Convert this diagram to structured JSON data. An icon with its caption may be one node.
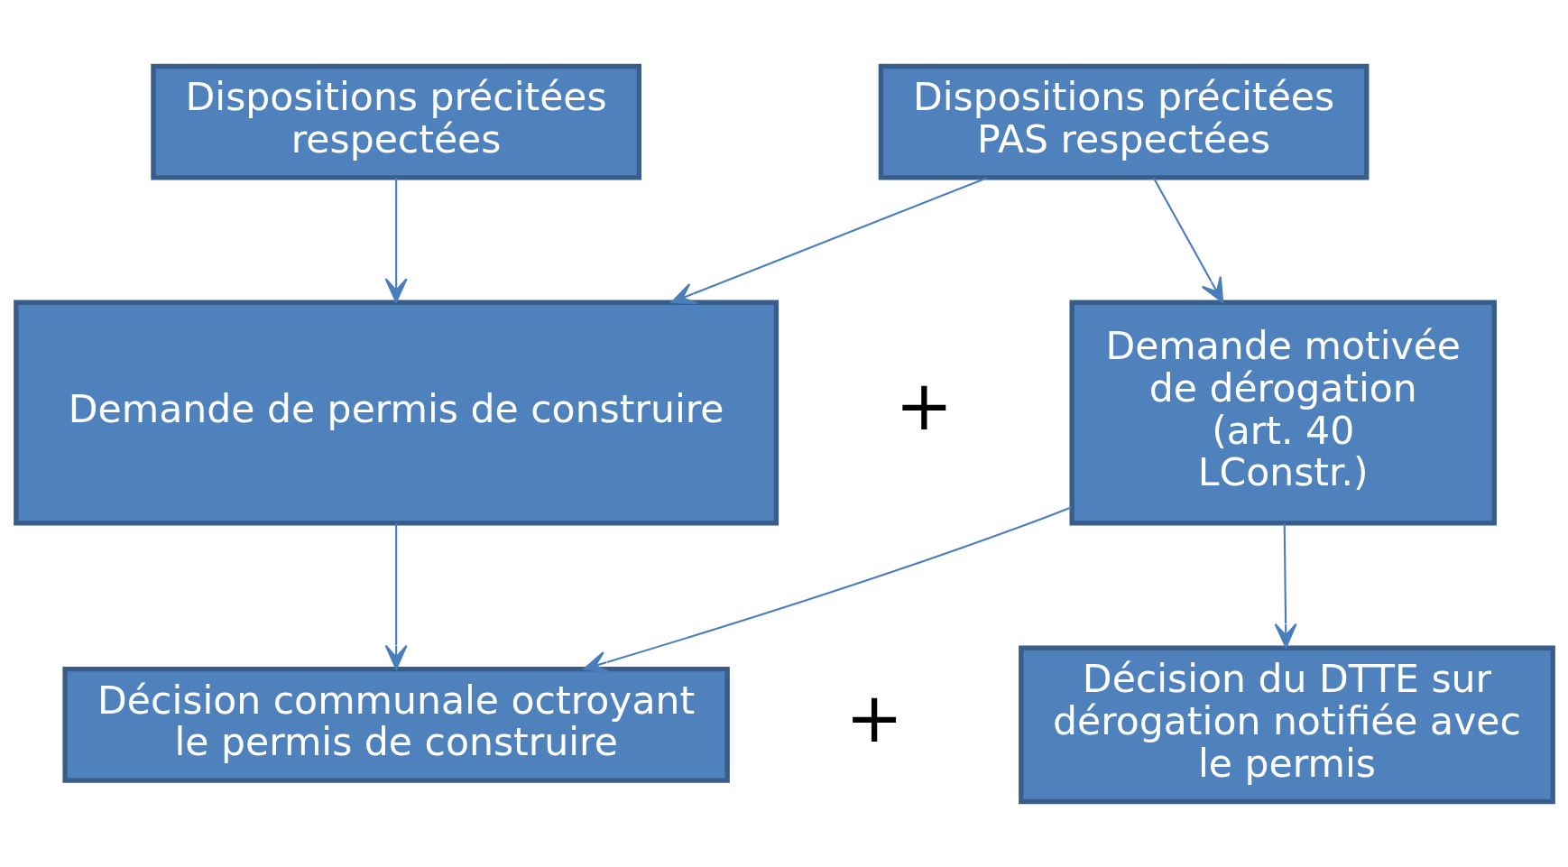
{
  "diagram": {
    "nodes": [
      {
        "text": [
          "Dispositions précitées respectées"
        ]
      },
      {
        "text": [
          "Dispositions précitées PAS respectées"
        ]
      },
      {
        "text": [
          "Demande de permis de construire"
        ]
      },
      {
        "text": [
          "Demande motivée de dérogation (art. 40 LConstr.)"
        ]
      },
      {
        "text": [
          "Décision communale octroyant le permis de construire"
        ]
      },
      {
        "text": [
          "Décision du DTTE sur dérogation notifiée avec le permis"
        ]
      }
    ],
    "edges": [
      {
        "from": 0,
        "to": 2,
        "arrow": "to"
      },
      {
        "from": 1,
        "to": 2,
        "arrow": "to"
      },
      {
        "from": 1,
        "to": 3,
        "arrow": "to"
      },
      {
        "from": 2,
        "to": 4,
        "arrow": "to"
      },
      {
        "from": 3,
        "to": 4,
        "arrow": "to"
      },
      {
        "from": 3,
        "to": 5,
        "arrow": "to"
      }
    ],
    "labels": [
      "+",
      "+"
    ]
  }
}
